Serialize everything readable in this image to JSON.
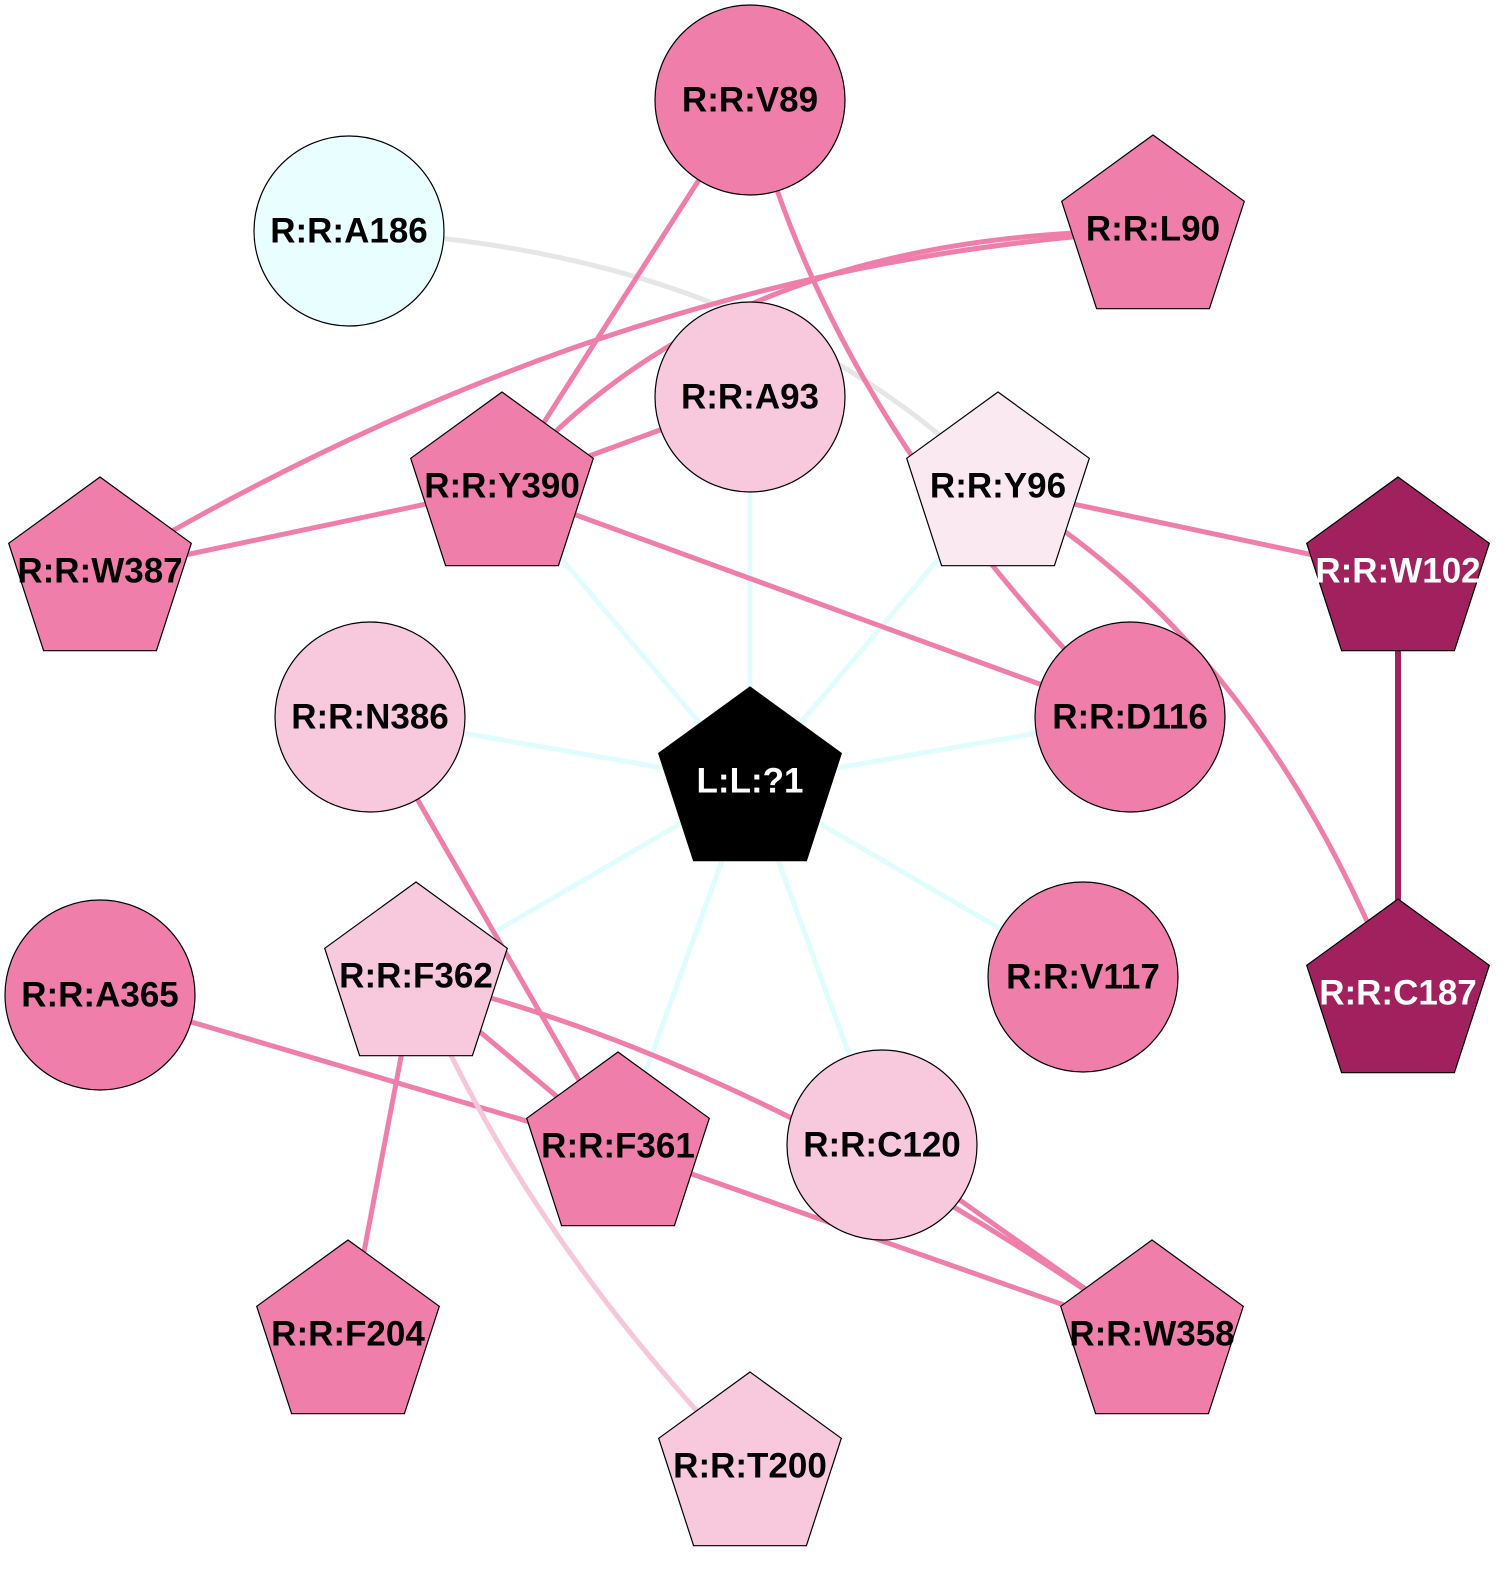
{
  "colors": {
    "pink": "#f07eab",
    "light_pink": "#f8c8dd",
    "pale_pink": "#fbe9f1",
    "cyan": "#e9fefe",
    "dark": "#a0215e",
    "ligand": "#000000",
    "edge_gray": "#e6e6e6",
    "edge_cyan": "#e0fdfd",
    "edge_light_pink": "#f7c6da"
  },
  "nodes": [
    {
      "id": "V89",
      "label": "R:R:V89",
      "shape": "circle",
      "fill": "pink",
      "text": "#000"
    },
    {
      "id": "A186",
      "label": "R:R:A186",
      "shape": "circle",
      "fill": "cyan",
      "text": "#000"
    },
    {
      "id": "L90",
      "label": "R:R:L90",
      "shape": "pentagon",
      "fill": "pink",
      "text": "#000"
    },
    {
      "id": "A93",
      "label": "R:R:A93",
      "shape": "circle",
      "fill": "light_pink",
      "text": "#000"
    },
    {
      "id": "Y390",
      "label": "R:R:Y390",
      "shape": "pentagon",
      "fill": "pink",
      "text": "#000"
    },
    {
      "id": "Y96",
      "label": "R:R:Y96",
      "shape": "pentagon",
      "fill": "pale_pink",
      "text": "#000"
    },
    {
      "id": "W387",
      "label": "R:R:W387",
      "shape": "pentagon",
      "fill": "pink",
      "text": "#000"
    },
    {
      "id": "W102",
      "label": "R:R:W102",
      "shape": "pentagon",
      "fill": "dark",
      "text": "#fff"
    },
    {
      "id": "N386",
      "label": "R:R:N386",
      "shape": "circle",
      "fill": "light_pink",
      "text": "#000"
    },
    {
      "id": "LIG",
      "label": "L:L:?1",
      "shape": "pentagon",
      "fill": "ligand",
      "text": "#fff"
    },
    {
      "id": "D116",
      "label": "R:R:D116",
      "shape": "circle",
      "fill": "pink",
      "text": "#000"
    },
    {
      "id": "A365",
      "label": "R:R:A365",
      "shape": "circle",
      "fill": "pink",
      "text": "#000"
    },
    {
      "id": "F362",
      "label": "R:R:F362",
      "shape": "pentagon",
      "fill": "light_pink",
      "text": "#000"
    },
    {
      "id": "V117",
      "label": "R:R:V117",
      "shape": "circle",
      "fill": "pink",
      "text": "#000"
    },
    {
      "id": "C187",
      "label": "R:R:C187",
      "shape": "pentagon",
      "fill": "dark",
      "text": "#fff"
    },
    {
      "id": "F361",
      "label": "R:R:F361",
      "shape": "pentagon",
      "fill": "pink",
      "text": "#000"
    },
    {
      "id": "C120",
      "label": "R:R:C120",
      "shape": "circle",
      "fill": "light_pink",
      "text": "#000"
    },
    {
      "id": "F204",
      "label": "R:R:F204",
      "shape": "pentagon",
      "fill": "pink",
      "text": "#000"
    },
    {
      "id": "W358",
      "label": "R:R:W358",
      "shape": "pentagon",
      "fill": "pink",
      "text": "#000"
    },
    {
      "id": "T200",
      "label": "R:R:T200",
      "shape": "pentagon",
      "fill": "light_pink",
      "text": "#000"
    }
  ],
  "edges": [
    {
      "source": "LIG",
      "target": "Y390",
      "color": "edge_cyan"
    },
    {
      "source": "LIG",
      "target": "A93",
      "color": "edge_cyan"
    },
    {
      "source": "LIG",
      "target": "Y96",
      "color": "edge_cyan"
    },
    {
      "source": "LIG",
      "target": "N386",
      "color": "edge_cyan"
    },
    {
      "source": "LIG",
      "target": "D116",
      "color": "edge_cyan"
    },
    {
      "source": "LIG",
      "target": "F362",
      "color": "edge_cyan"
    },
    {
      "source": "LIG",
      "target": "F361",
      "color": "edge_cyan"
    },
    {
      "source": "LIG",
      "target": "C120",
      "color": "edge_cyan"
    },
    {
      "source": "LIG",
      "target": "V117",
      "color": "edge_cyan"
    },
    {
      "source": "A186",
      "target": "Y96",
      "color": "edge_gray"
    },
    {
      "source": "V89",
      "target": "Y390",
      "color": "pink"
    },
    {
      "source": "V89",
      "target": "D116",
      "color": "pink"
    },
    {
      "source": "L90",
      "target": "Y390",
      "color": "pink"
    },
    {
      "source": "L90",
      "target": "W387",
      "color": "pink"
    },
    {
      "source": "A93",
      "target": "Y390",
      "color": "pink"
    },
    {
      "source": "Y390",
      "target": "W387",
      "color": "pink"
    },
    {
      "source": "Y390",
      "target": "D116",
      "color": "pink"
    },
    {
      "source": "Y96",
      "target": "W102",
      "color": "pink"
    },
    {
      "source": "Y96",
      "target": "C187",
      "color": "pink"
    },
    {
      "source": "W102",
      "target": "C187",
      "color": "dark"
    },
    {
      "source": "N386",
      "target": "F361",
      "color": "pink"
    },
    {
      "source": "A365",
      "target": "F361",
      "color": "pink"
    },
    {
      "source": "F362",
      "target": "F361",
      "color": "pink"
    },
    {
      "source": "F362",
      "target": "F204",
      "color": "pink"
    },
    {
      "source": "F362",
      "target": "W358",
      "color": "pink"
    },
    {
      "source": "F362",
      "target": "T200",
      "color": "edge_light_pink"
    },
    {
      "source": "F361",
      "target": "W358",
      "color": "pink"
    },
    {
      "source": "C120",
      "target": "W358",
      "color": "pink"
    }
  ]
}
